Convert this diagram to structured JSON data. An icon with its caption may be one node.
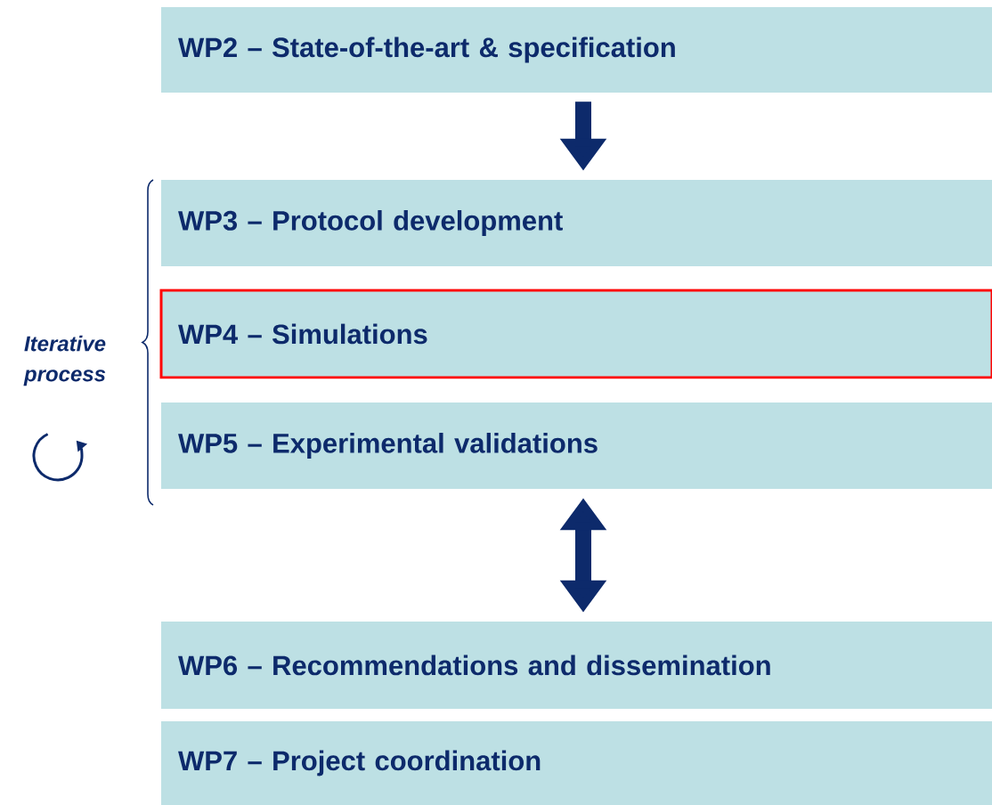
{
  "diagram": {
    "nodes": [
      {
        "text": [
          "WP2 – State-of-the-art & specification"
        ]
      },
      {
        "text": [
          "WP3 – Protocol development"
        ]
      },
      {
        "text": [
          "WP4 – Simulations"
        ]
      },
      {
        "text": [
          "WP5 – Experimental validations"
        ]
      },
      {
        "text": [
          "WP6 – Recommendations and dissemination"
        ]
      },
      {
        "text": [
          "WP7 – Project coordination"
        ]
      }
    ],
    "edges": [
      {
        "from": 0,
        "to": 1,
        "arrow": "to"
      },
      {
        "from": 3,
        "to": 4,
        "arrow": "both"
      }
    ],
    "labels": [
      "Iterative process"
    ]
  }
}
